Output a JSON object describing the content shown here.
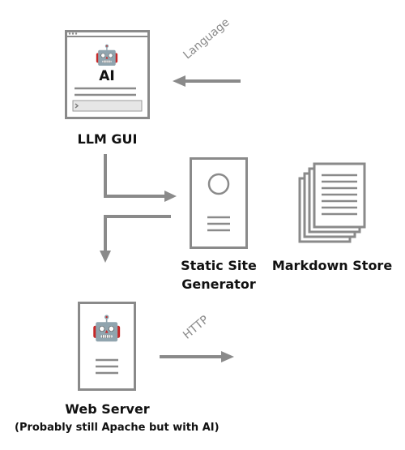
{
  "llm_gui": {
    "screen_text": "AI",
    "label": "LLM GUI",
    "robot_icon": "robot-face-emoji",
    "input_icon": "chevron-right-icon"
  },
  "language_arrow": {
    "label": "Language"
  },
  "static_site_generator": {
    "label_line1": "Static Site",
    "label_line2": "Generator"
  },
  "markdown_store": {
    "label": "Markdown Store"
  },
  "web_server": {
    "label": "Web Server",
    "caption": "(Probably still Apache but with AI)",
    "robot_icon": "robot-face-emoji"
  },
  "http_arrow": {
    "label": "HTTP"
  },
  "colors": {
    "line": "#8a8a8a",
    "fill": "#eeeeee",
    "paper": "#ffffff"
  },
  "robot_glyph": "🤖"
}
